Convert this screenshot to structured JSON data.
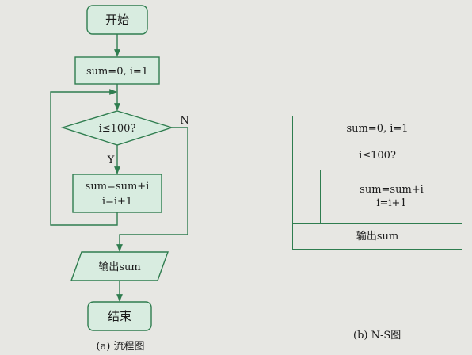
{
  "flowchart": {
    "start": "开始",
    "init": "sum=0, i=1",
    "condition": "i≤100?",
    "yes_label": "Y",
    "no_label": "N",
    "body_line1": "sum=sum+i",
    "body_line2": "i=i+1",
    "output": "输出sum",
    "end": "结束",
    "caption": "(a) 流程图"
  },
  "ns_diagram": {
    "init": "sum=0, i=1",
    "condition": "i≤100?",
    "body_line1": "sum=sum+i",
    "body_line2": "i=i+1",
    "output": "输出sum",
    "caption": "(b) N-S图"
  },
  "colors": {
    "line": "#2f7d4f",
    "fill": "#d8ece0",
    "text": "#1a1a1a",
    "background": "#e7e7e3"
  }
}
